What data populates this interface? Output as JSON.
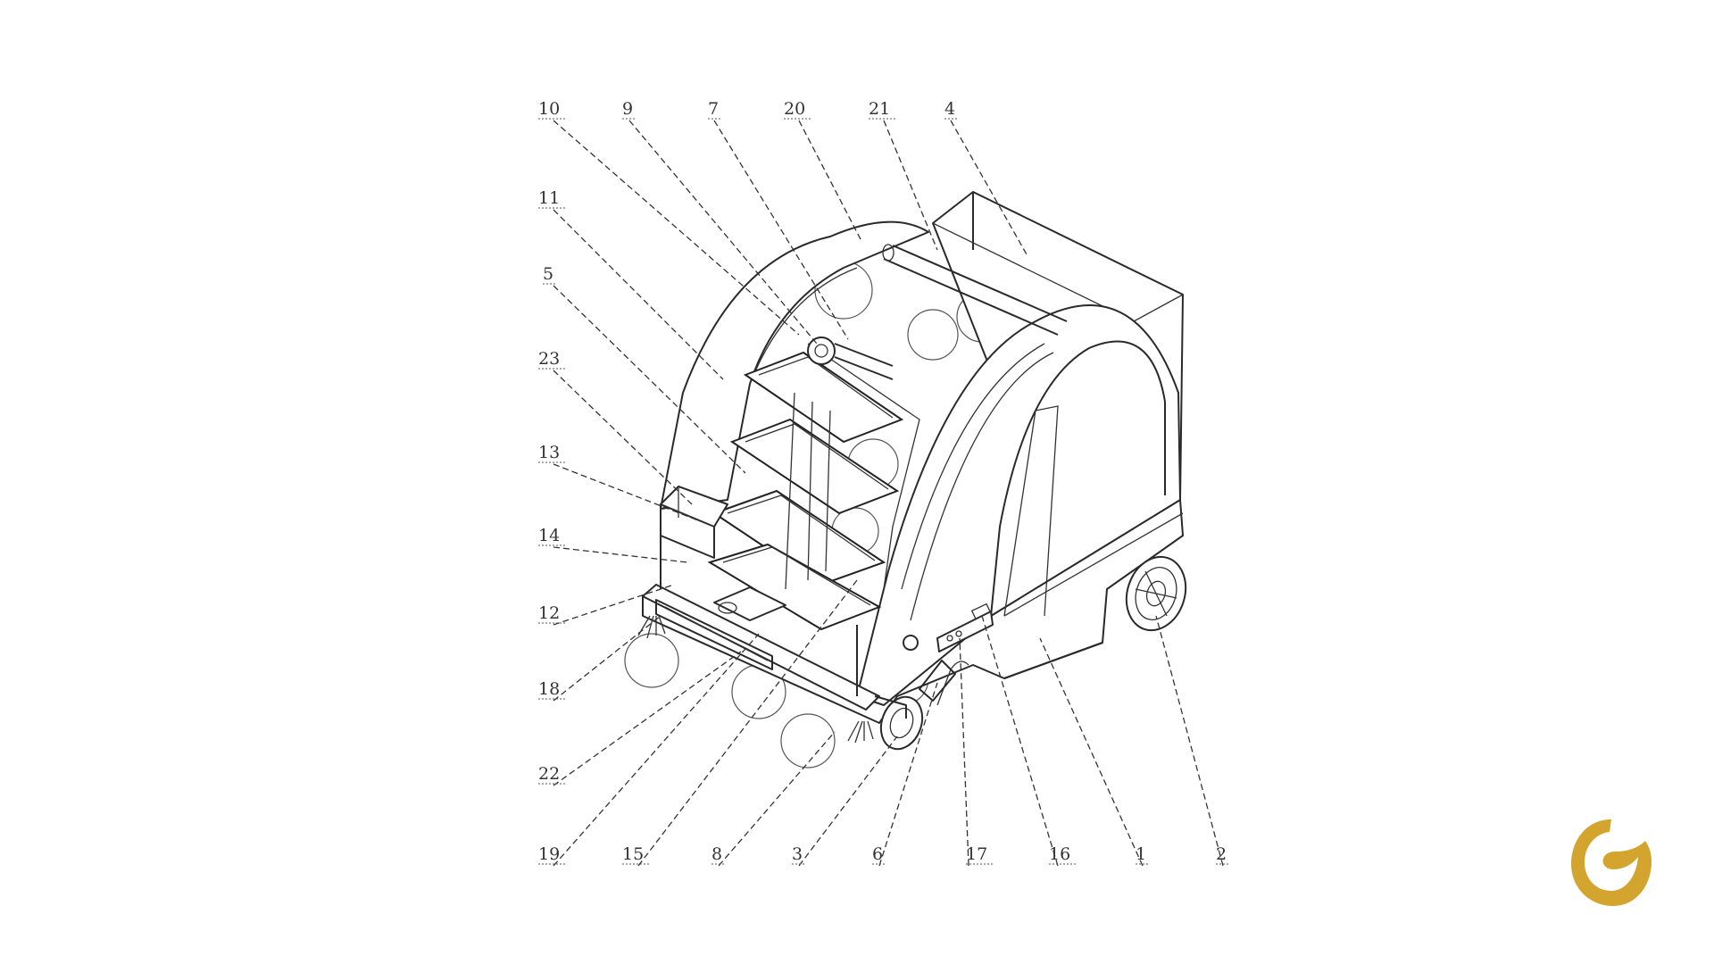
{
  "figure": {
    "labels": [
      {
        "id": "10",
        "text": "10"
      },
      {
        "id": "9",
        "text": "9"
      },
      {
        "id": "7",
        "text": "7"
      },
      {
        "id": "20",
        "text": "20"
      },
      {
        "id": "21",
        "text": "21"
      },
      {
        "id": "4",
        "text": "4"
      },
      {
        "id": "11",
        "text": "11"
      },
      {
        "id": "5",
        "text": "5"
      },
      {
        "id": "23",
        "text": "23"
      },
      {
        "id": "13",
        "text": "13"
      },
      {
        "id": "14",
        "text": "14"
      },
      {
        "id": "12",
        "text": "12"
      },
      {
        "id": "18",
        "text": "18"
      },
      {
        "id": "22",
        "text": "22"
      },
      {
        "id": "19",
        "text": "19"
      },
      {
        "id": "15",
        "text": "15"
      },
      {
        "id": "8",
        "text": "8"
      },
      {
        "id": "3",
        "text": "3"
      },
      {
        "id": "6",
        "text": "6"
      },
      {
        "id": "17",
        "text": "17"
      },
      {
        "id": "16",
        "text": "16"
      },
      {
        "id": "1",
        "text": "1"
      },
      {
        "id": "2",
        "text": "2"
      }
    ]
  },
  "colors": {
    "line": "#2a2a2a",
    "logo": "#D4A52E",
    "background": "#ffffff"
  },
  "logo": {
    "icon": "brand-logo-icon"
  }
}
